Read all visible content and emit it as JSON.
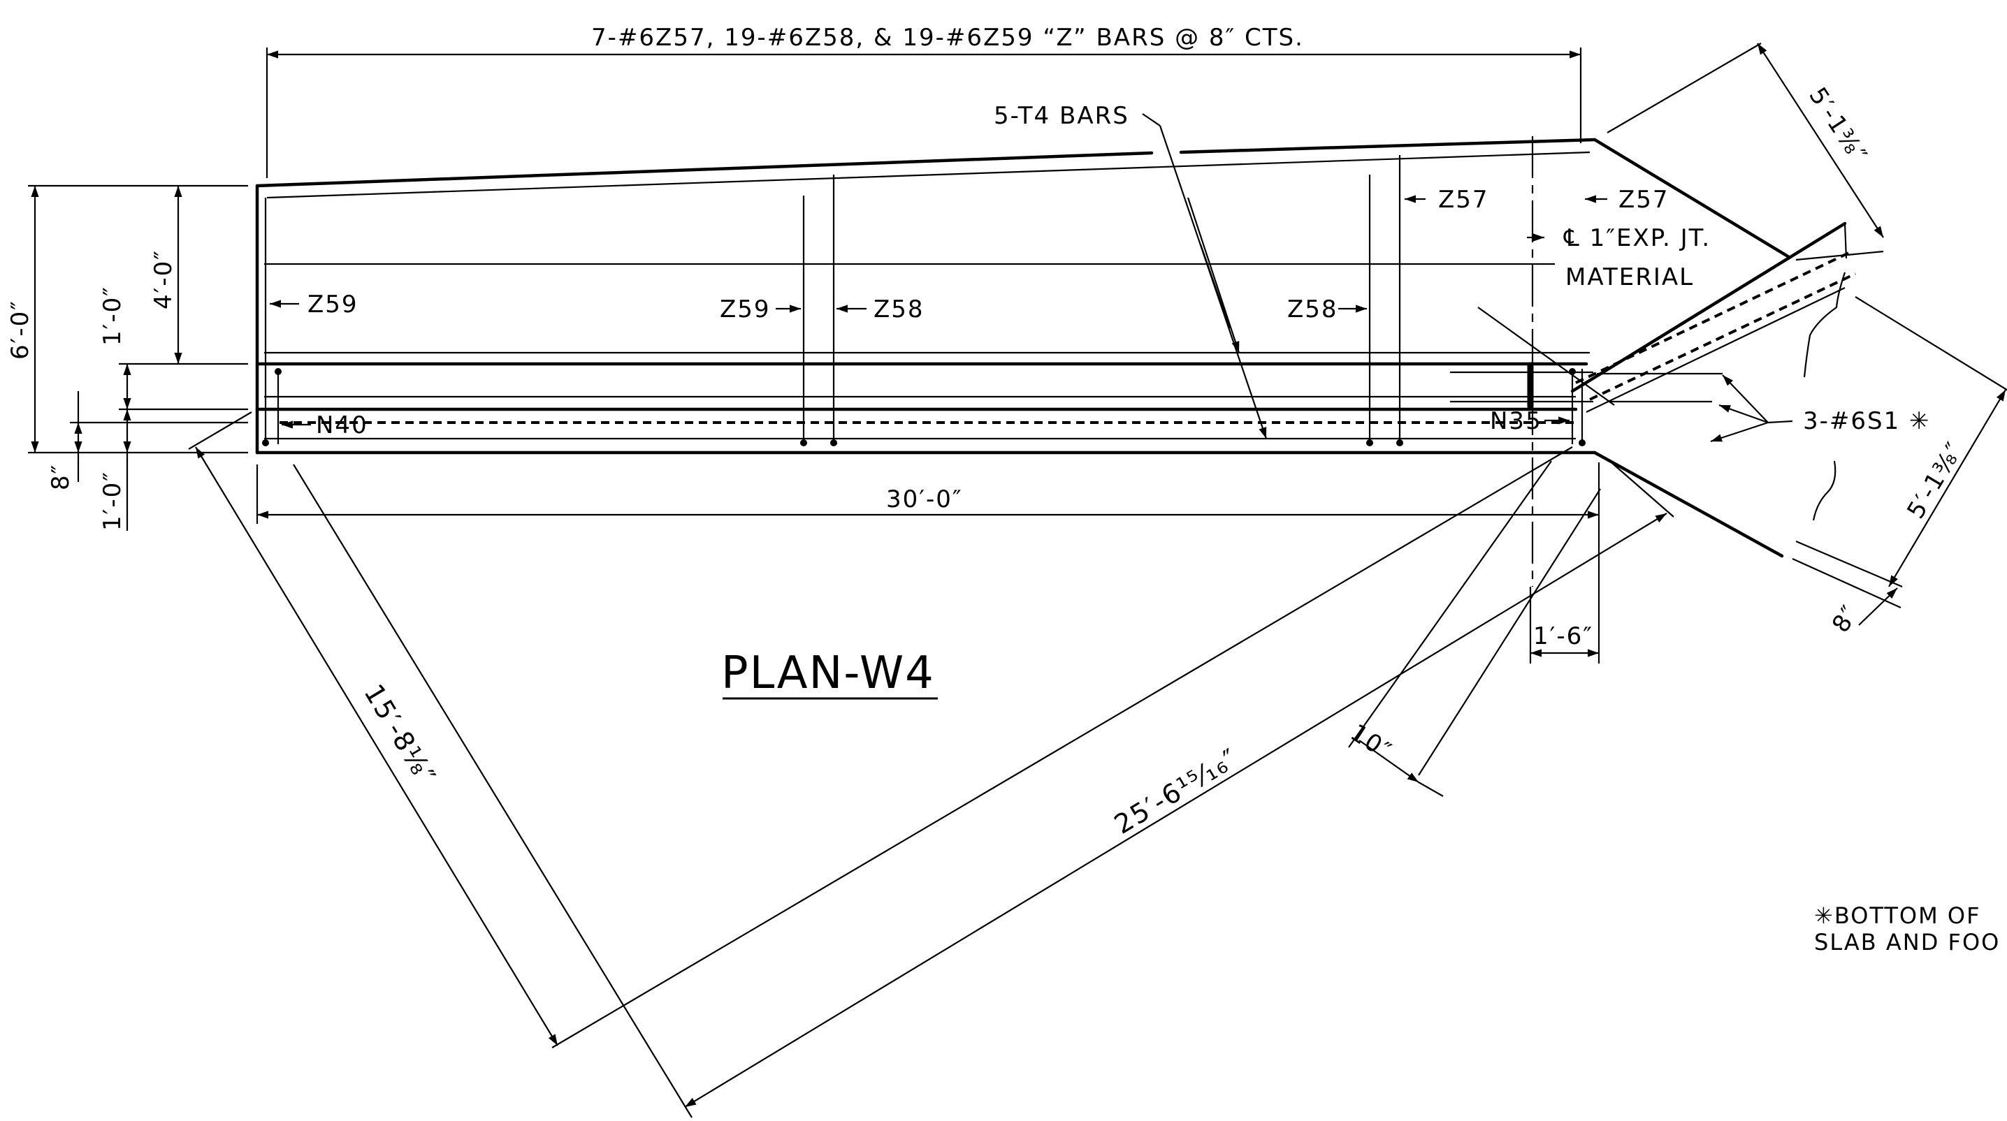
{
  "drawing": {
    "title": "PLAN-W4",
    "top_note": "7-#6Z57, 19-#6Z58, & 19-#6Z59 “Z” BARS @ 8″ CTS.",
    "t4_label": "5-T4 BARS",
    "labels": {
      "z57_a": "Z57",
      "z57_b": "Z57",
      "z59_a": "Z59",
      "z59_b": "Z59",
      "z58_a": "Z58",
      "z58_b": "Z58",
      "n40": "N40",
      "n35": "N35",
      "s1": "3-#6S1 ✳",
      "exp_jt_line1": "℄ 1″EXP. JT.",
      "exp_jt_line2": "MATERIAL"
    },
    "dimensions": {
      "overall_length": "30′-0″",
      "height_6ft": "6′-0″",
      "height_4ft": "4′-0″",
      "dim_1ft_upper": "1′-0″",
      "dim_8in_left": "8″",
      "dim_1ft_lower": "1′-0″",
      "diag_15ft": "15′-8⅛″",
      "diag_25ft": "25′-6¹⁵⁄₁₆″",
      "wing_upper": "5′-1⅜″",
      "wing_lower": "5′-1⅜″",
      "dim_8in_right": "8″",
      "dim_1ft6": "1′-6″",
      "dim_10in": "10″"
    },
    "footnote_line1": "✳BOTTOM OF",
    "footnote_line2": "SLAB AND FOO"
  }
}
